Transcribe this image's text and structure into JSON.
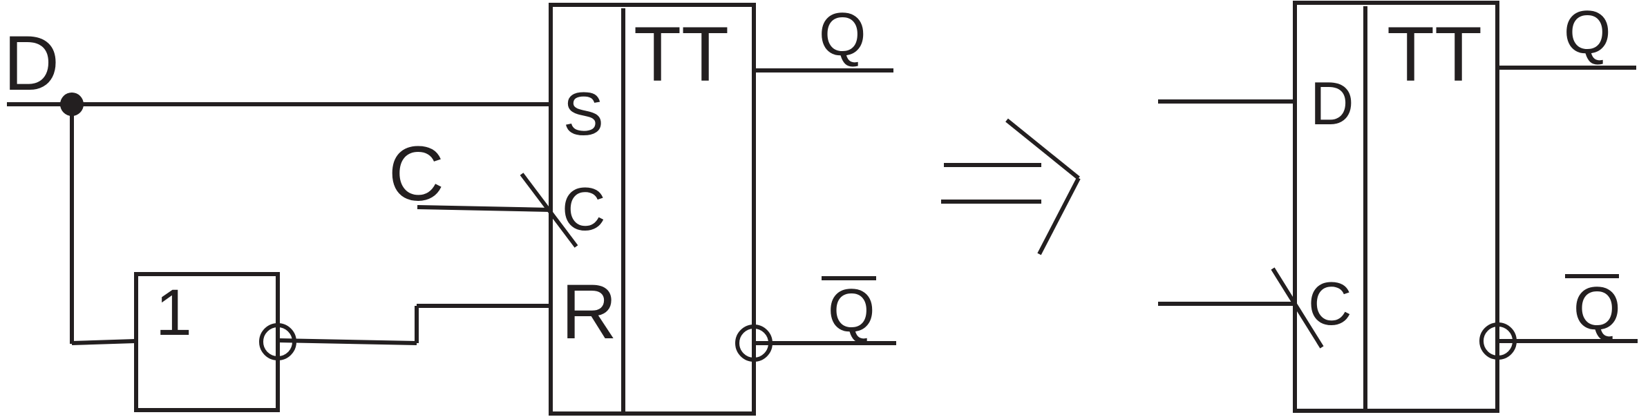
{
  "left_circuit": {
    "input_d": "D",
    "input_c": "C",
    "inverter_label": "1",
    "trigger": {
      "type_label": "TT",
      "pin_s": "S",
      "pin_c": "C",
      "pin_r": "R",
      "output_q": "Q",
      "output_q_inverse": "Q"
    }
  },
  "right_circuit": {
    "trigger": {
      "type_label": "TT",
      "pin_d": "D",
      "pin_c": "C",
      "output_q": "Q",
      "output_q_inverse": "Q"
    }
  },
  "colors": {
    "line": "#231f20",
    "background": "#ffffff"
  }
}
